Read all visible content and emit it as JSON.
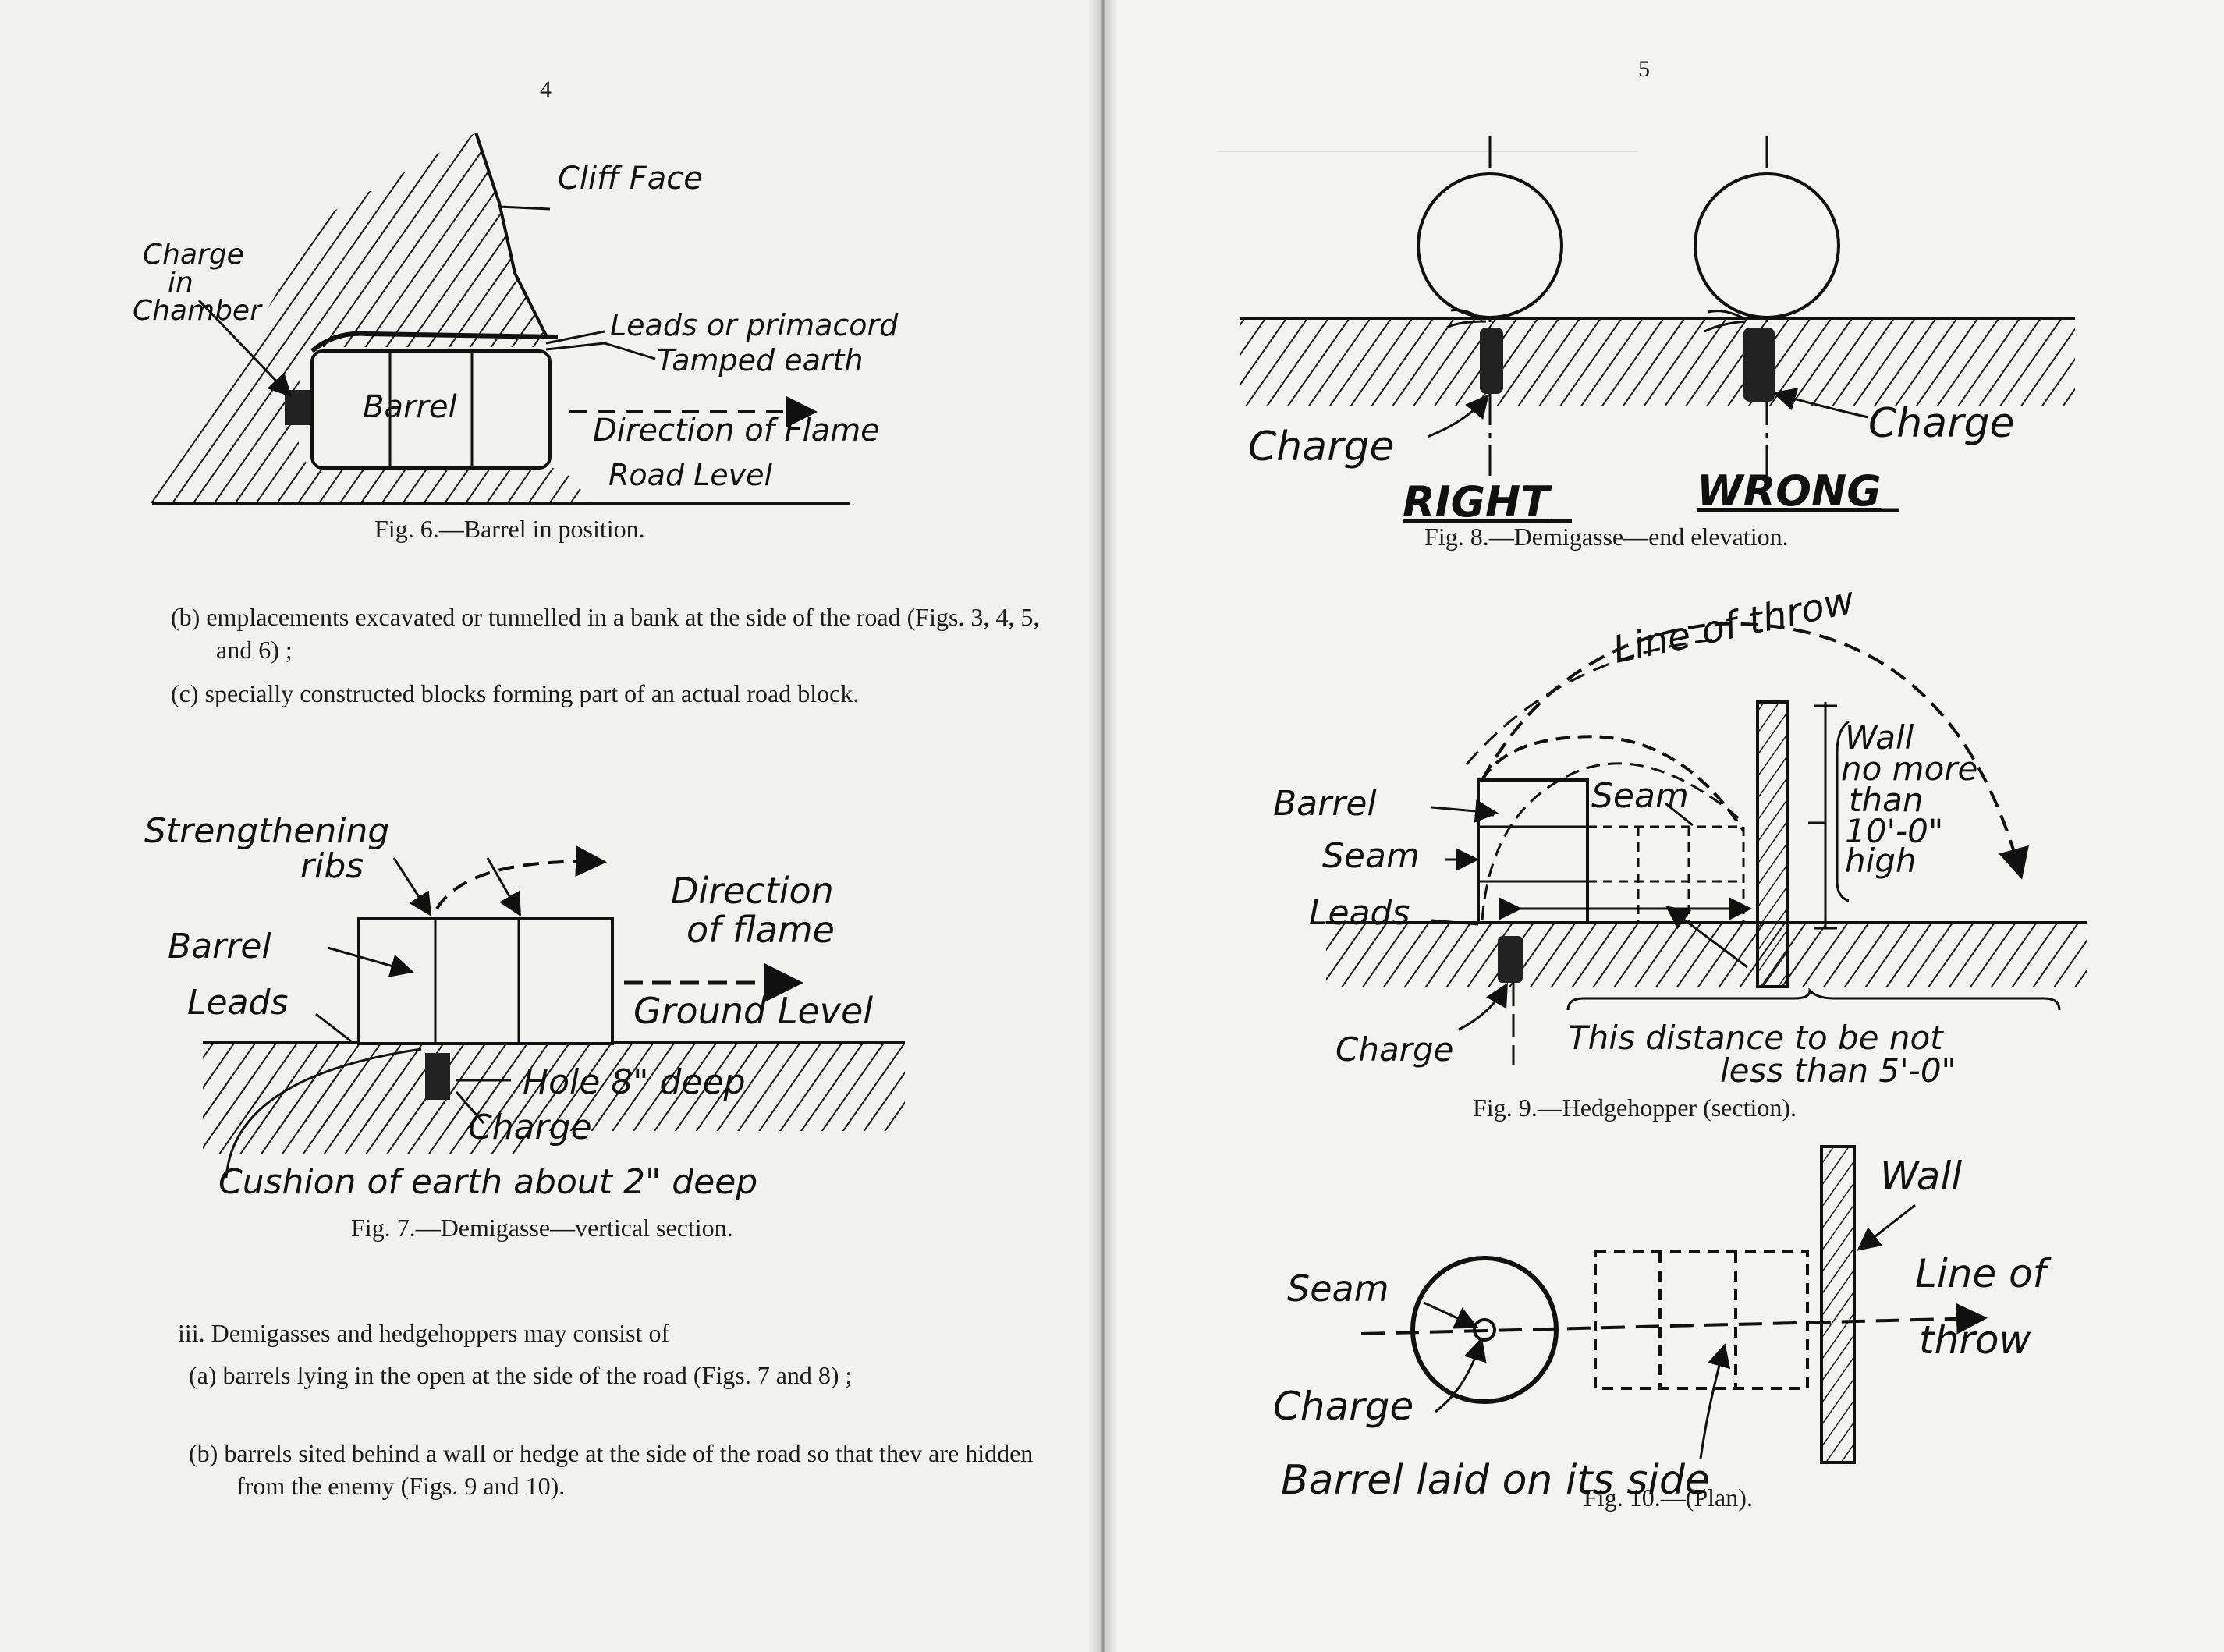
{
  "left": {
    "page_number": "4",
    "fig6": {
      "labels": {
        "cliff_face": "Cliff Face",
        "charge": "Charge",
        "in": "in",
        "chamber": "Chamber",
        "leads": "Leads or primacord",
        "tamped": "Tamped earth",
        "barrel": "Barrel",
        "direction": "Direction of Flame",
        "road_level": "Road Level"
      },
      "caption": "Fig. 6.—Barrel in position."
    },
    "para_b": "(b) emplacements excavated or tunnelled in a bank at the side of the road (Figs. 3, 4, 5, and 6) ;",
    "para_c": "(c) specially constructed blocks forming part of an actual road block.",
    "fig7": {
      "labels": {
        "strengthening": "Strengthening",
        "ribs": "ribs",
        "direction": "Direction",
        "of_flame": "of flame",
        "barrel": "Barrel",
        "leads": "Leads",
        "ground_level": "Ground Level",
        "hole": "Hole 8\" deep",
        "charge": "Charge",
        "cushion": "Cushion of earth about 2\" deep"
      },
      "caption": "Fig. 7.—Demigasse—vertical section."
    },
    "para_iii": "iii. Demigasses and hedgehoppers may consist of",
    "para_a2": "(a) barrels lying in the open at the side of the road (Figs. 7 and 8) ;",
    "para_b2": "(b) barrels sited behind a wall or hedge at the side of the road so that thev are hidden from the enemy (Figs. 9 and 10)."
  },
  "right": {
    "page_number": "5",
    "fig8": {
      "labels": {
        "charge_left": "Charge",
        "charge_right": "Charge",
        "right": "RIGHT",
        "wrong": "WRONG"
      },
      "caption": "Fig. 8.—Demigasse—end elevation."
    },
    "fig9": {
      "labels": {
        "line_of_throw": "Line of throw",
        "wall": "Wall",
        "no_more": "no more",
        "than": "than",
        "height": "10'-0\"",
        "high": "high",
        "barrel": "Barrel",
        "seam_top": "Seam",
        "seam": "Seam",
        "leads": "Leads",
        "charge": "Charge",
        "distance1": "This distance to be not",
        "distance2": "less than 5'-0\""
      },
      "caption": "Fig. 9.—Hedgehopper (section)."
    },
    "fig10": {
      "labels": {
        "wall": "Wall",
        "line_of": "Line of",
        "throw": "throw",
        "seam": "Seam",
        "charge": "Charge",
        "barrel_side": "Barrel laid on its side"
      },
      "caption": "Fig. 10.—(Plan)."
    }
  }
}
